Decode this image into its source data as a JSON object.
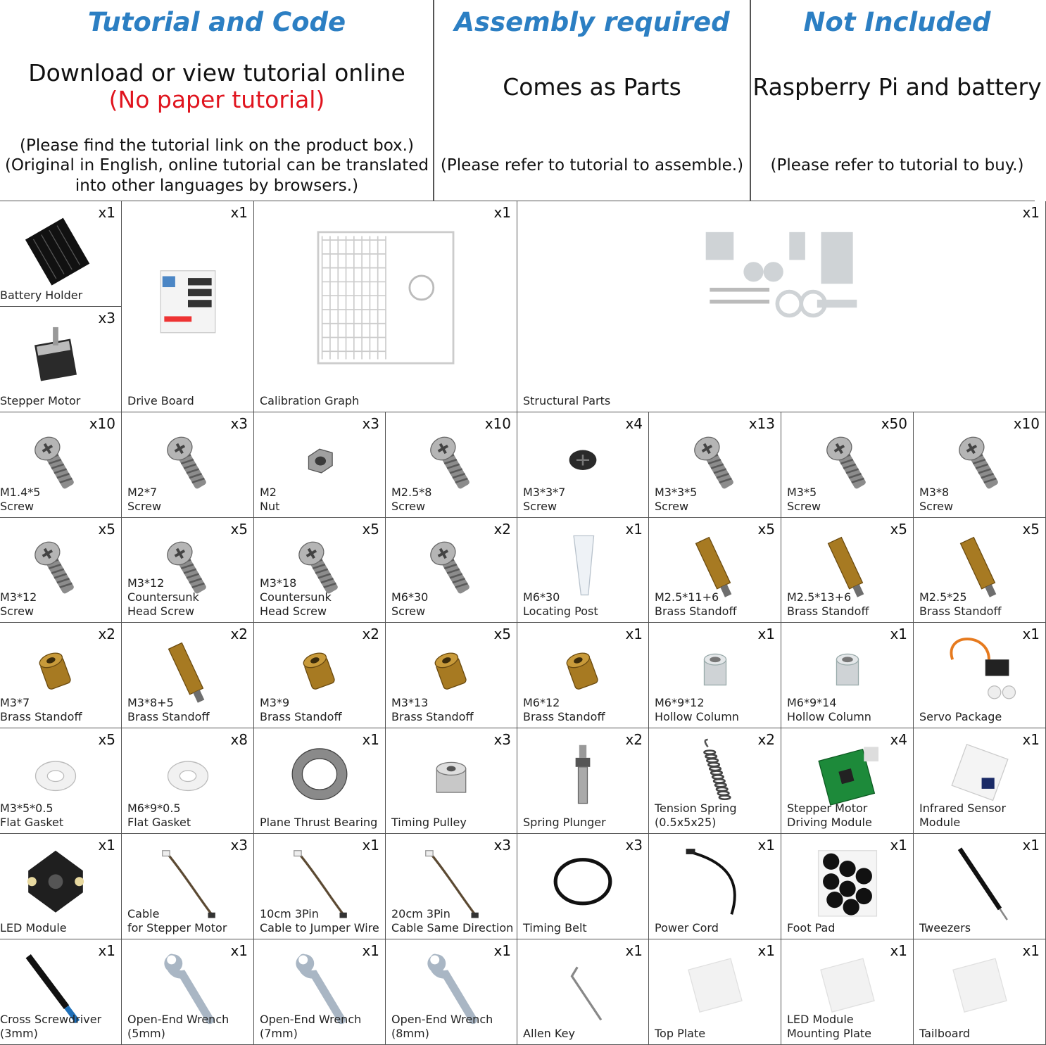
{
  "header": {
    "col1": {
      "title": "Tutorial and Code",
      "main": "Download or view tutorial online",
      "red": "(No paper tutorial)",
      "note1": "(Please find the tutorial link on the product box.)",
      "note2": "(Original in English, online tutorial can be translated",
      "note3": "into other languages by browsers.)"
    },
    "col2": {
      "title": "Assembly required",
      "main": "Comes as Parts",
      "note": "(Please refer to tutorial to assemble.)"
    },
    "col3": {
      "title": "Not Included",
      "main": "Raspberry Pi and battery",
      "note": "(Please refer to tutorial to buy.)"
    }
  },
  "colors": {
    "title_blue": "#2c7fc3",
    "warning_red": "#e0141e",
    "grid_line": "#555555"
  },
  "parts": [
    {
      "label": "Battery Holder",
      "qty": "x1",
      "icon": "battery-holder"
    },
    {
      "label": "Stepper Motor",
      "qty": "x3",
      "icon": "stepper-motor"
    },
    {
      "label": "Drive Board",
      "qty": "x1",
      "icon": "drive-board"
    },
    {
      "label": "Calibration Graph",
      "qty": "x1",
      "icon": "calibration-graph"
    },
    {
      "label": "Structural Parts",
      "qty": "x1",
      "icon": "structural-parts"
    },
    {
      "label": "M1.4*5\nScrew",
      "qty": "x10",
      "icon": "screw"
    },
    {
      "label": "M2*7\nScrew",
      "qty": "x3",
      "icon": "screw"
    },
    {
      "label": "M2\nNut",
      "qty": "x3",
      "icon": "nut"
    },
    {
      "label": "M2.5*8\nScrew",
      "qty": "x10",
      "icon": "screw"
    },
    {
      "label": "M3*3*7\nScrew",
      "qty": "x4",
      "icon": "black-screw"
    },
    {
      "label": "M3*3*5\nScrew",
      "qty": "x13",
      "icon": "screw"
    },
    {
      "label": "M3*5\nScrew",
      "qty": "x50",
      "icon": "screw"
    },
    {
      "label": "M3*8\nScrew",
      "qty": "x10",
      "icon": "screw"
    },
    {
      "label": "M3*12\nScrew",
      "qty": "x5",
      "icon": "screw"
    },
    {
      "label": "M3*12\nCountersunk\nHead Screw",
      "qty": "x5",
      "icon": "screw"
    },
    {
      "label": "M3*18\nCountersunk\nHead Screw",
      "qty": "x5",
      "icon": "screw"
    },
    {
      "label": "M6*30\nScrew",
      "qty": "x2",
      "icon": "screw"
    },
    {
      "label": "M6*30\nLocating Post",
      "qty": "x1",
      "icon": "locating-post"
    },
    {
      "label": "M2.5*11+6\nBrass Standoff",
      "qty": "x5",
      "icon": "brass-standoff"
    },
    {
      "label": "M2.5*13+6\nBrass Standoff",
      "qty": "x5",
      "icon": "brass-standoff"
    },
    {
      "label": "M2.5*25\nBrass Standoff",
      "qty": "x5",
      "icon": "brass-standoff"
    },
    {
      "label": "M3*7\nBrass Standoff",
      "qty": "x2",
      "icon": "brass-nut"
    },
    {
      "label": "M3*8+5\nBrass Standoff",
      "qty": "x2",
      "icon": "brass-standoff"
    },
    {
      "label": "M3*9\nBrass Standoff",
      "qty": "x2",
      "icon": "brass-nut"
    },
    {
      "label": "M3*13\nBrass Standoff",
      "qty": "x5",
      "icon": "brass-nut"
    },
    {
      "label": "M6*12\nBrass Standoff",
      "qty": "x1",
      "icon": "brass-nut"
    },
    {
      "label": "M6*9*12\nHollow Column",
      "qty": "x1",
      "icon": "hollow-column"
    },
    {
      "label": "M6*9*14\nHollow Column",
      "qty": "x1",
      "icon": "hollow-column"
    },
    {
      "label": "Servo Package",
      "qty": "x1",
      "icon": "servo"
    },
    {
      "label": "M3*5*0.5\nFlat Gasket",
      "qty": "x5",
      "icon": "gasket"
    },
    {
      "label": "M6*9*0.5\nFlat Gasket",
      "qty": "x8",
      "icon": "gasket"
    },
    {
      "label": "Plane Thrust Bearing",
      "qty": "x1",
      "icon": "bearing"
    },
    {
      "label": "Timing Pulley",
      "qty": "x3",
      "icon": "pulley"
    },
    {
      "label": "Spring Plunger",
      "qty": "x2",
      "icon": "spring-plunger"
    },
    {
      "label": "Tension Spring\n(0.5x5x25)",
      "qty": "x2",
      "icon": "spring"
    },
    {
      "label": "Stepper Motor\nDriving Module",
      "qty": "x4",
      "icon": "driver-module"
    },
    {
      "label": "Infrared Sensor\nModule",
      "qty": "x1",
      "icon": "ir-sensor"
    },
    {
      "label": "LED Module",
      "qty": "x1",
      "icon": "led-module"
    },
    {
      "label": "Cable\nfor Stepper Motor",
      "qty": "x3",
      "icon": "cable"
    },
    {
      "label": "10cm 3Pin\nCable to Jumper Wire",
      "qty": "x1",
      "icon": "cable"
    },
    {
      "label": "20cm 3Pin\nCable Same Direction",
      "qty": "x3",
      "icon": "cable"
    },
    {
      "label": "Timing Belt",
      "qty": "x3",
      "icon": "belt"
    },
    {
      "label": "Power Cord",
      "qty": "x1",
      "icon": "power-cord"
    },
    {
      "label": "Foot Pad",
      "qty": "x1",
      "icon": "foot-pad"
    },
    {
      "label": "Tweezers",
      "qty": "x1",
      "icon": "tweezers"
    },
    {
      "label": "Cross Screwdriver\n(3mm)",
      "qty": "x1",
      "icon": "screwdriver"
    },
    {
      "label": "Open-End Wrench\n(5mm)",
      "qty": "x1",
      "icon": "wrench"
    },
    {
      "label": "Open-End Wrench\n(7mm)",
      "qty": "x1",
      "icon": "wrench"
    },
    {
      "label": "Open-End Wrench\n(8mm)",
      "qty": "x1",
      "icon": "wrench"
    },
    {
      "label": "Allen Key",
      "qty": "x1",
      "icon": "allen-key"
    },
    {
      "label": "Top Plate",
      "qty": "x1",
      "icon": "plate"
    },
    {
      "label": "LED Module\nMounting Plate",
      "qty": "x1",
      "icon": "plate"
    },
    {
      "label": "Tailboard",
      "qty": "x1",
      "icon": "plate"
    }
  ]
}
